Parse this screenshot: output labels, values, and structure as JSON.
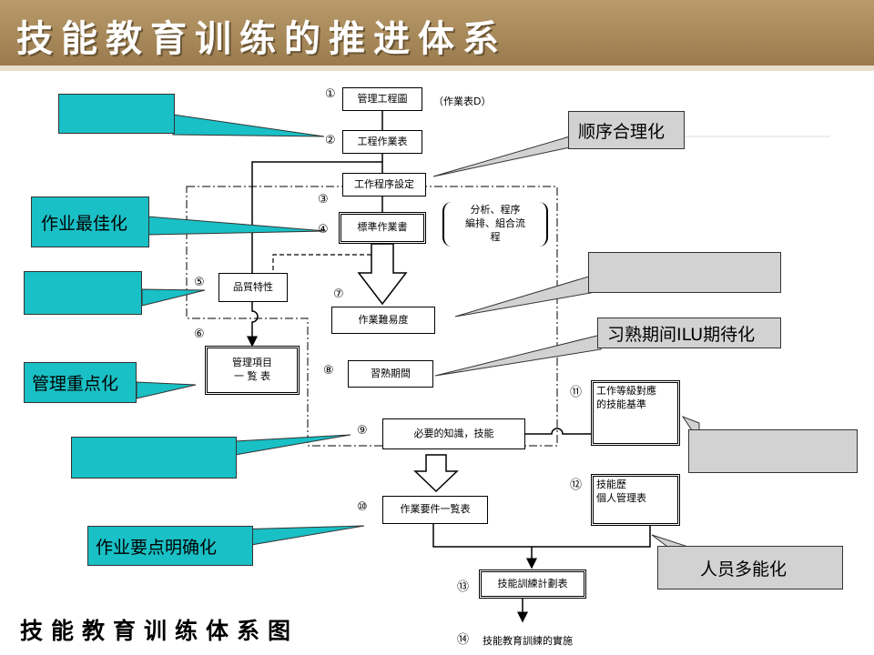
{
  "header": {
    "title": "技能教育训练的推进体系"
  },
  "footer": {
    "title": "技能教育训练体系图"
  },
  "steps": {
    "s1": {
      "num": "①",
      "label": "管理工程圖",
      "note": "（作業表D）"
    },
    "s2": {
      "num": "②",
      "label": "工程作業表"
    },
    "s_set": {
      "label": "工作程序設定"
    },
    "s3": {
      "num": "③"
    },
    "s4": {
      "num": "④",
      "label": "標準作業書"
    },
    "analysis_note": "分析、程序\n編排、組合流\n程",
    "s5": {
      "num": "⑤",
      "label": "品質特性"
    },
    "s6": {
      "num": "⑥",
      "label": "管理項目\n一 覧 表"
    },
    "s7": {
      "num": "⑦",
      "label": "作業難易度"
    },
    "s8": {
      "num": "⑧",
      "label": "習熟期間"
    },
    "s9": {
      "num": "⑨",
      "label": "必要的知識，技能"
    },
    "s10": {
      "num": "⑩",
      "label": "作業要件一覧表"
    },
    "s11": {
      "num": "⑪",
      "label": "工作等級對應\n的技能基準"
    },
    "s12": {
      "num": "⑫",
      "label": "技能歷\n個人管理表"
    },
    "s13": {
      "num": "⑬",
      "label": "技能訓練計劃表"
    },
    "s14": {
      "num": "⑭",
      "label": "技能教育訓練的實施"
    }
  },
  "callouts": {
    "c_s2": "",
    "c_order": "顺序合理化",
    "c_std": "作业最佳化",
    "c_quality": "",
    "c_difficulty": "",
    "c_period": "习熟期间ILU期待化",
    "c_mgmt": "管理重点化",
    "c_knowledge": "",
    "c_level": "",
    "c_requirements": "作业要点明确化",
    "c_multi": "人员多能化"
  },
  "colors": {
    "teal": "#19c0c5",
    "gray": "#d2d2d2",
    "header": "#a8895a"
  }
}
